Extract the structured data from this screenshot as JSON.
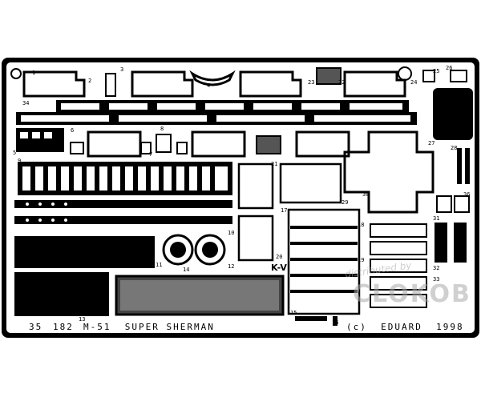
{
  "caption": {
    "kit_number": "35",
    "kit_code": "182",
    "kit_name": "M-51  SUPER SHERMAN",
    "copyright": "(c)  EDUARD  1998"
  },
  "marking": "K-V",
  "watermark": {
    "top": "distributed by",
    "brand": "CLOKOB"
  },
  "part_numbers": {
    "n1": "1",
    "n2": "2",
    "n3": "3",
    "n4": "4",
    "n5": "5",
    "n6": "6",
    "n7": "7",
    "n8": "8",
    "n9": "9",
    "n10": "10",
    "n11": "11",
    "n12": "12",
    "n13": "13",
    "n14": "14",
    "n15": "15",
    "n16": "16",
    "n17": "17",
    "n18": "18",
    "n19": "19",
    "n20": "20",
    "n21": "21",
    "n22": "22",
    "n23": "23",
    "n24": "24",
    "n25": "25",
    "n26": "26",
    "n27": "27",
    "n28": "28",
    "n29": "29",
    "n30": "30",
    "n31": "31",
    "n32": "32",
    "n33": "33",
    "n34": "34",
    "n35": "35",
    "n36": "36"
  },
  "colors": {
    "fret": "#000000",
    "etch": "#ffffff",
    "watermark": "#aaaaaa"
  }
}
